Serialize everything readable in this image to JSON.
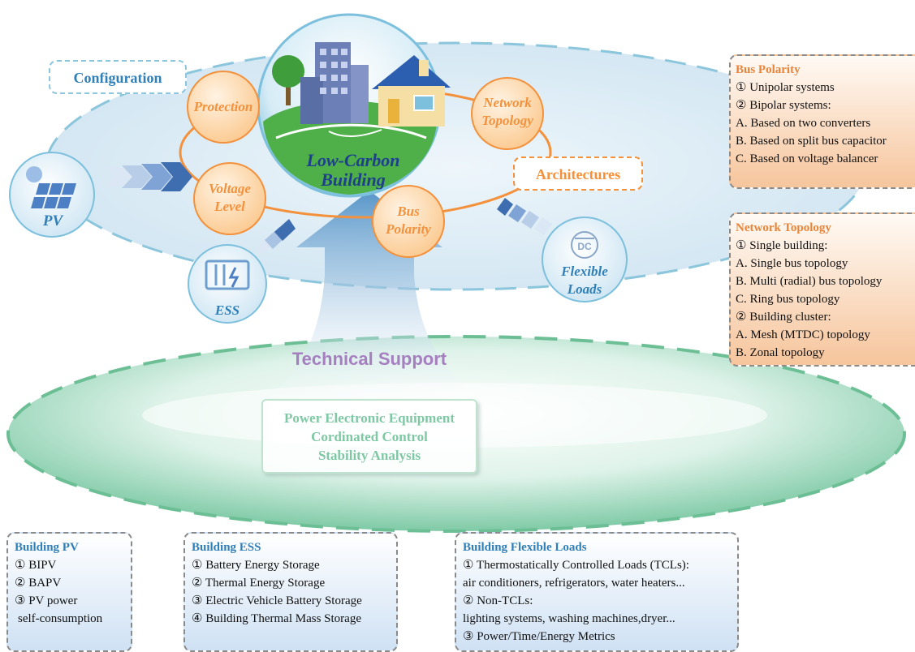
{
  "center": {
    "title_line1": "Low-Carbon",
    "title_line2": "Building"
  },
  "configuration_label": "Configuration",
  "architectures_label": "Architectures",
  "technical_support": "Technical Support",
  "support_items": [
    "Power Electronic Equipment",
    "Cordinated Control",
    "Stability Analysis"
  ],
  "config_circles": {
    "protection": "Protection",
    "network_topology_line1": "Network",
    "network_topology_line2": "Topology",
    "voltage_level_line1": "Voltage",
    "voltage_level_line2": "Level",
    "bus_polarity_line1": "Bus",
    "bus_polarity_line2": "Polarity"
  },
  "nodes": {
    "pv": "PV",
    "ess": "ESS",
    "flexible_loads_line1": "Flexible",
    "flexible_loads_line2": "Loads",
    "dc_badge": "DC"
  },
  "bus_polarity_box": {
    "title": "Bus Polarity",
    "items": [
      "① Unipolar systems",
      "② Bipolar systems:",
      "A. Based on two converters",
      "B. Based on split bus capacitor",
      "C. Based on voltage balancer"
    ]
  },
  "network_topology_box": {
    "title": "Network Topology",
    "items": [
      "① Single building:",
      "A. Single bus topology",
      "B. Multi (radial) bus topology",
      "C. Ring bus topology",
      "② Building cluster:",
      "A. Mesh (MTDC) topology",
      "B. Zonal topology"
    ]
  },
  "building_pv_box": {
    "title": "Building PV",
    "items": [
      "① BIPV",
      "② BAPV",
      "③ PV power",
      "self-consumption"
    ]
  },
  "building_ess_box": {
    "title": "Building ESS",
    "items": [
      "① Battery Energy Storage",
      "② Thermal Energy Storage",
      "③ Electric Vehicle Battery Storage",
      "④ Building Thermal Mass Storage"
    ]
  },
  "building_loads_box": {
    "title": "Building Flexible Loads",
    "items": [
      "① Thermostatically Controlled Loads (TCLs):",
      "air conditioners, refrigerators,  water heaters...",
      "② Non-TCLs:",
      "lighting systems, washing machines,dryer...",
      "③ Power/Time/Energy Metrics"
    ]
  },
  "colors": {
    "orange": "#f4913c",
    "blue": "#2f7fb8",
    "purple": "#a57fbf",
    "green_label": "#7fc8a4",
    "dashed_blue": "#8cc6dc",
    "dashed_green": "#6cbf95"
  }
}
